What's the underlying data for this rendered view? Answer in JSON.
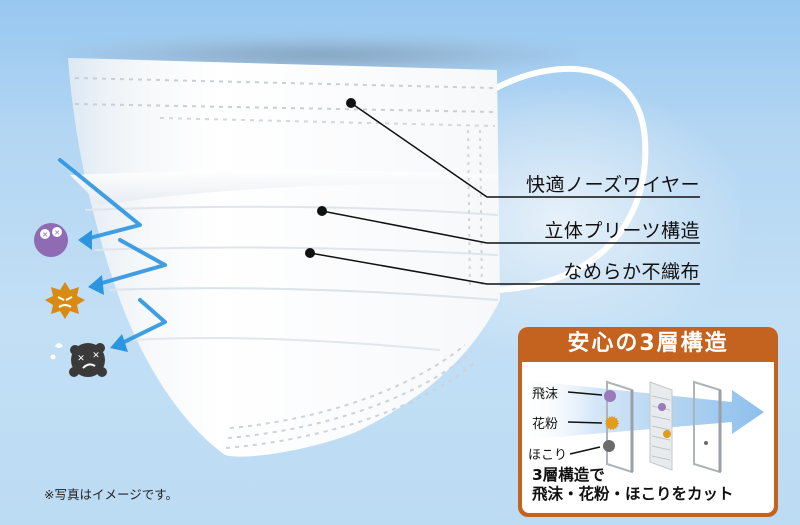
{
  "features": [
    {
      "label": "快適ノーズワイヤー"
    },
    {
      "label": "立体プリーツ構造"
    },
    {
      "label": "なめらか不織布"
    }
  ],
  "layer_panel": {
    "title": "安心の3層構造",
    "particles": [
      {
        "name": "飛沫",
        "color": "#9a7ab8"
      },
      {
        "name": "花粉",
        "color": "#e39a1d"
      },
      {
        "name": "ほこり",
        "color": "#6b6b6b"
      }
    ],
    "caption_line1": "3層構造で",
    "caption_line2": "飛沫・花粉・ほこりをカット",
    "header_color": "#c4621f",
    "arrow_color": "#7fb8ea"
  },
  "particle_icons": [
    {
      "name": "droplet-particle",
      "color": "#8e6bb3"
    },
    {
      "name": "pollen-particle",
      "color": "#d98a14"
    },
    {
      "name": "dust-particle",
      "color": "#3a3a3a"
    }
  ],
  "arrow_color": "#2b95e0",
  "note": "※写真はイメージです。"
}
